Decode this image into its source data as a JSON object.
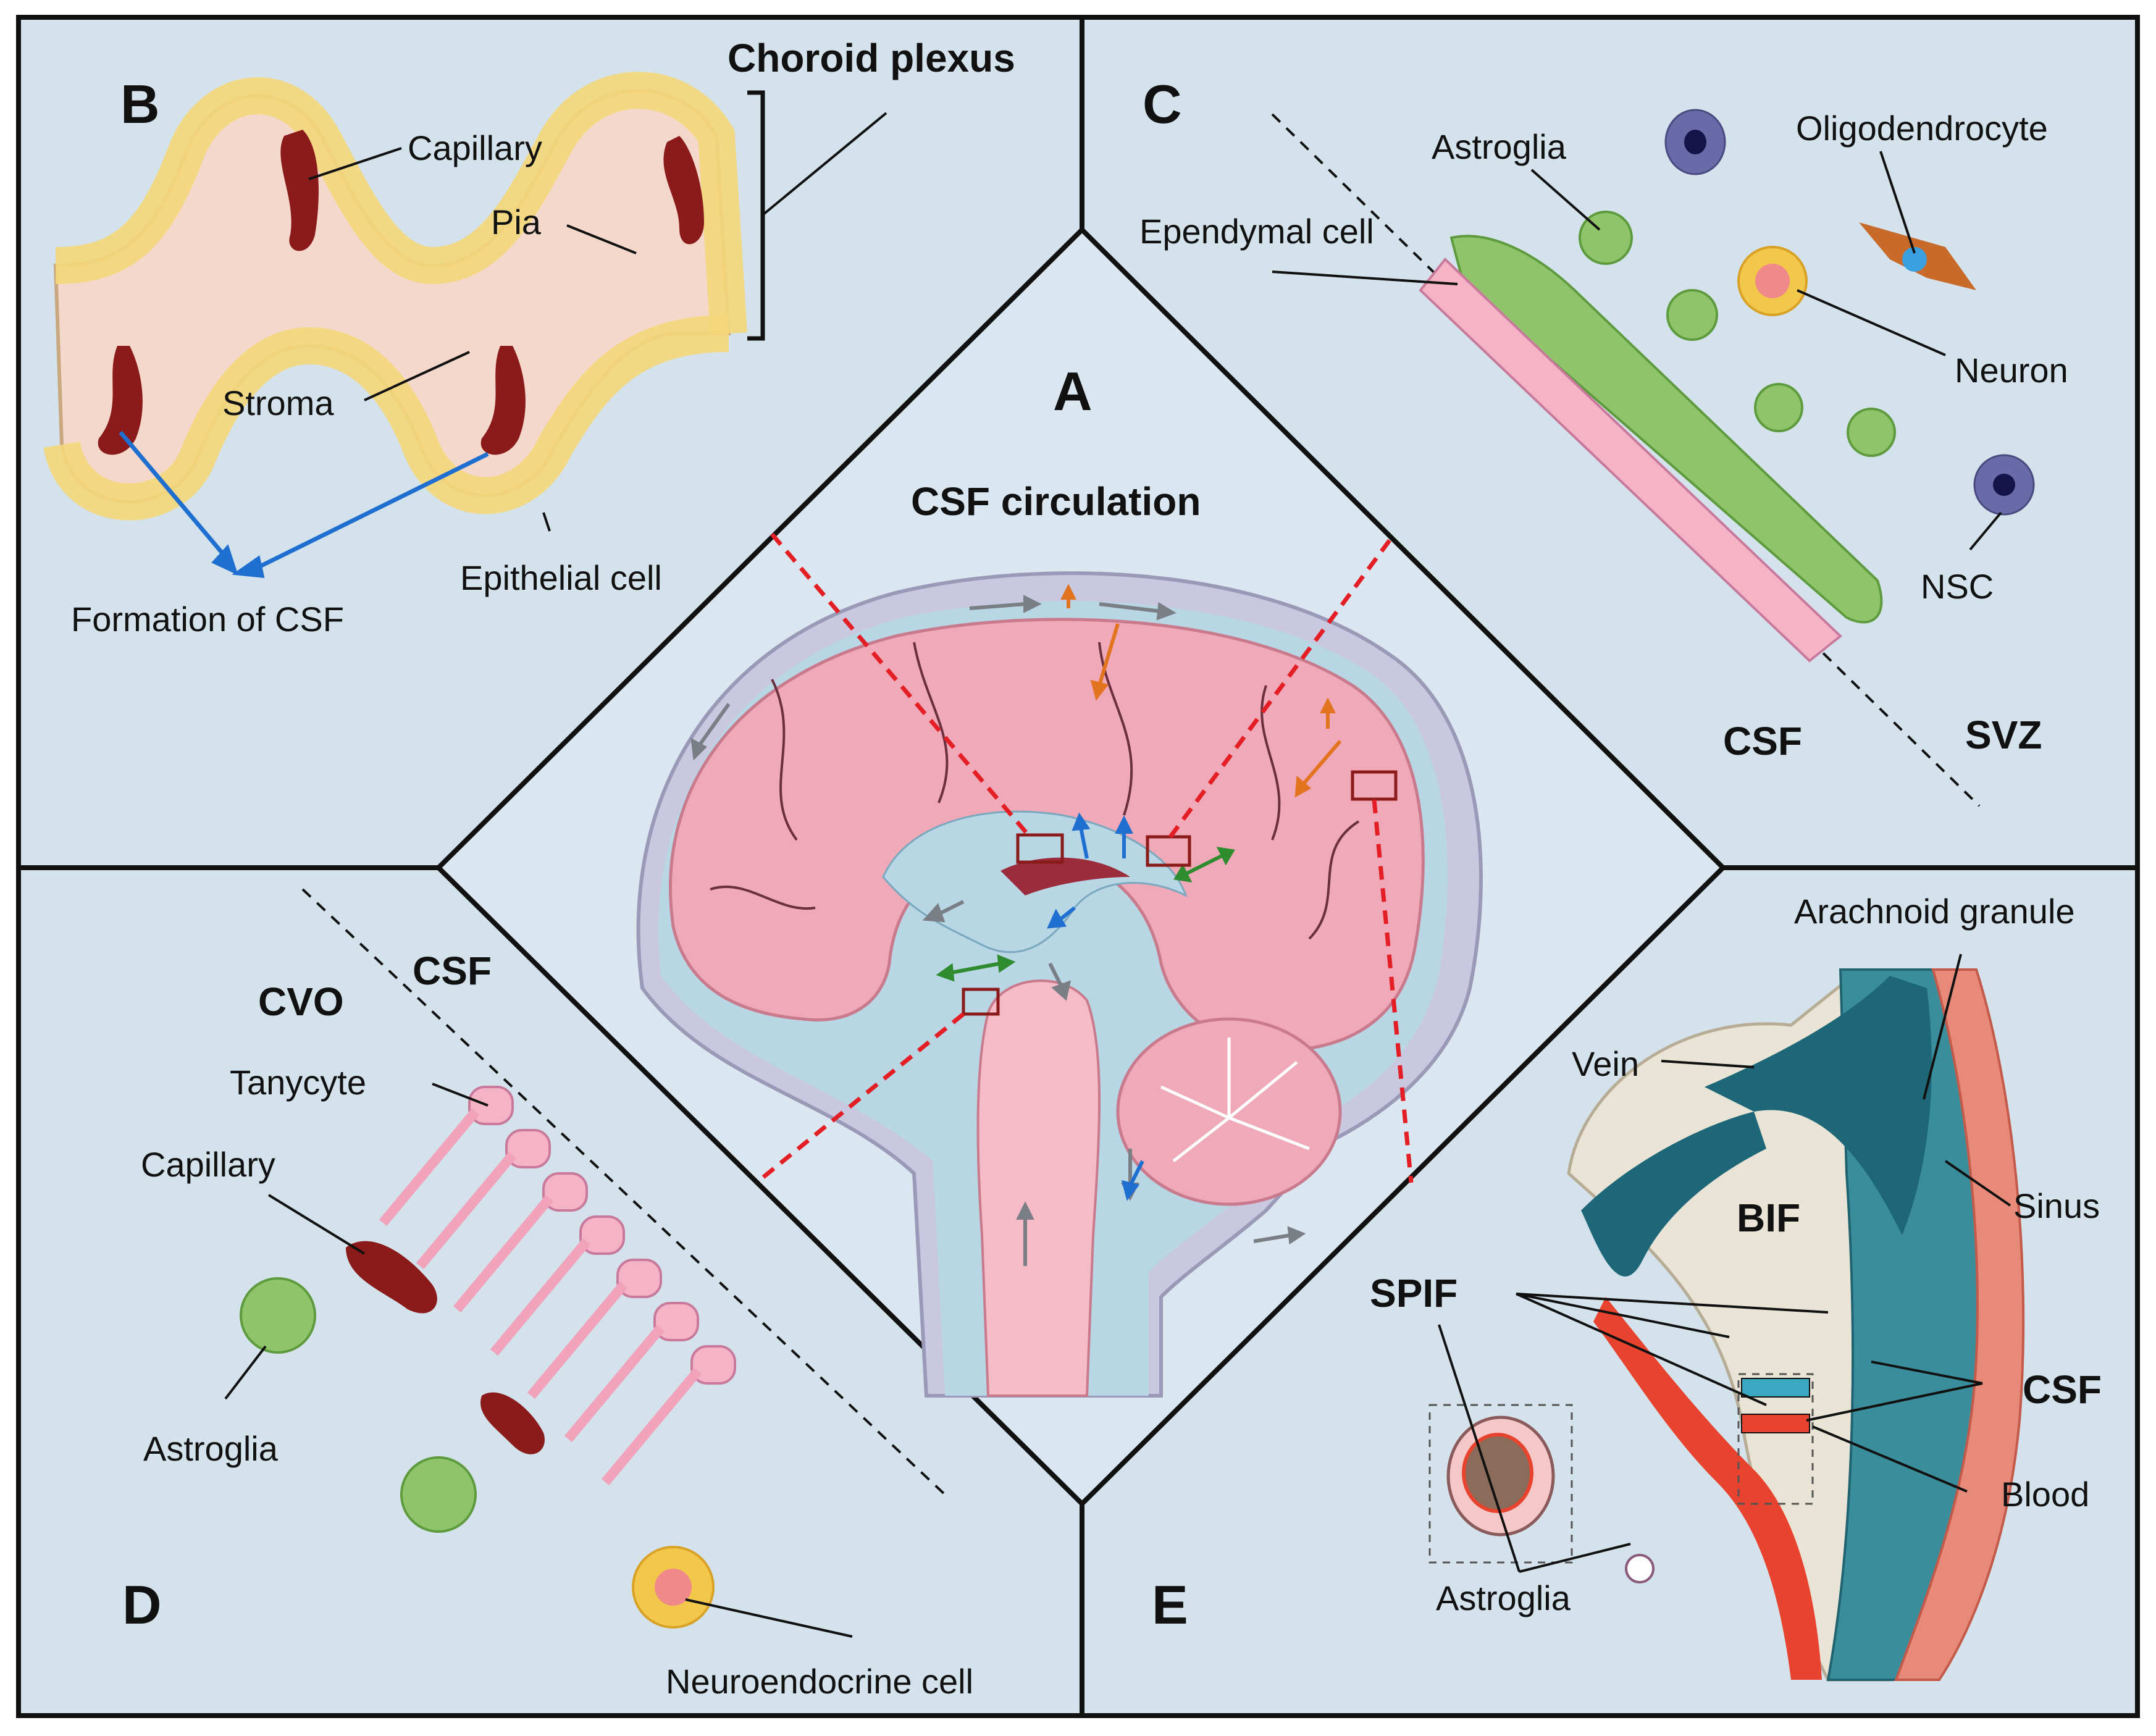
{
  "panels": {
    "A": {
      "letter": "A",
      "title": "CSF circulation"
    },
    "B": {
      "letter": "B",
      "title": "Choroid plexus",
      "labels": {
        "capillary": "Capillary",
        "pia": "Pia",
        "stroma": "Stroma",
        "epithelial": "Epithelial cell",
        "formation": "Formation of CSF"
      }
    },
    "C": {
      "letter": "C",
      "labels": {
        "astroglia": "Astroglia",
        "oligodendrocyte": "Oligodendrocyte",
        "ependymal": "Ependymal cell",
        "neuron": "Neuron",
        "nsc": "NSC",
        "csf": "CSF",
        "svz": "SVZ"
      }
    },
    "D": {
      "letter": "D",
      "labels": {
        "cvo": "CVO",
        "csf": "CSF",
        "tanycyte": "Tanycyte",
        "capillary": "Capillary",
        "astroglia": "Astroglia",
        "neuroendocrine": "Neuroendocrine cell"
      }
    },
    "E": {
      "letter": "E",
      "labels": {
        "arachnoid": "Arachnoid granule",
        "vein": "Vein",
        "sinus": "Sinus",
        "bif": "BIF",
        "spif": "SPIF",
        "csf": "CSF",
        "blood": "Blood",
        "astroglia": "Astroglia"
      }
    }
  },
  "colors": {
    "panel_bg": "#d4e2ec",
    "brain_pink": "#f0a9b8",
    "csf_blue": "#b8d6e4",
    "capillary_red": "#8b1a1a",
    "epithelial_yellow": "#f4d77a",
    "astroglia_green": "#7fb35a",
    "neuron_yellow": "#f2c84b",
    "dashed_red": "#e31e24",
    "arrow_blue": "#1f6fd1",
    "sinus_teal": "#2a7f90",
    "blood_red": "#e8432e"
  }
}
